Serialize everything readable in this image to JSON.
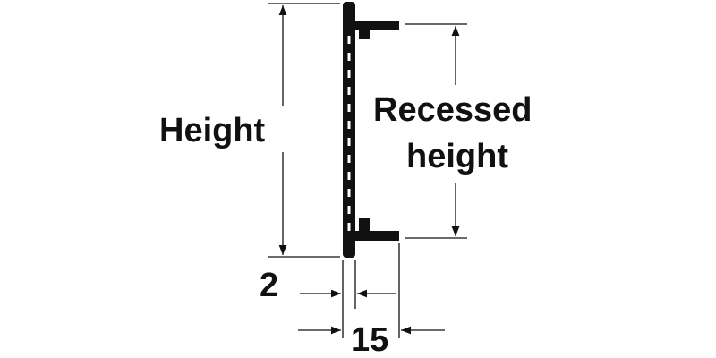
{
  "labels": {
    "height": "Height",
    "recessed_line1": "Recessed",
    "recessed_line2": "height",
    "thickness": "2",
    "depth": "15"
  },
  "colors": {
    "profile": "#111111",
    "dimension": "#111111",
    "background": "#ffffff"
  }
}
